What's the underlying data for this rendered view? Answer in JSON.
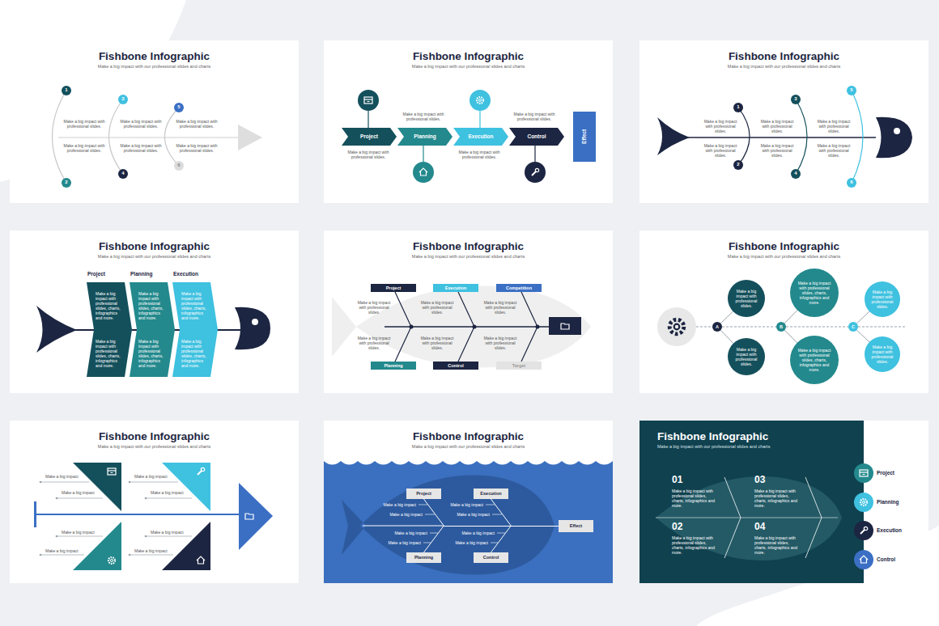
{
  "diagram": {
    "nodes": [
      {
        "text": [
          "Fishbone Infographic",
          "Make a big impact with our professional slides and charts"
        ]
      },
      {
        "text": [
          "1"
        ],
        "in": 0
      },
      {
        "text": [
          "2"
        ],
        "in": 0
      },
      {
        "text": [
          "3"
        ],
        "in": 0
      },
      {
        "text": [
          "4"
        ],
        "in": 0
      },
      {
        "text": [
          "5"
        ],
        "in": 0
      },
      {
        "text": [
          "6"
        ],
        "in": 0
      },
      {
        "text": [
          "Fishbone Infographic",
          "Make a big impact with our professional slides and charts"
        ]
      },
      {
        "text": [
          "Project"
        ],
        "in": 7
      },
      {
        "text": [
          "Planning"
        ],
        "in": 7
      },
      {
        "text": [
          "Execution"
        ],
        "in": 7
      },
      {
        "text": [
          "Control"
        ],
        "in": 7
      },
      {
        "text": [
          "Effect"
        ],
        "in": 7
      },
      {
        "text": [
          "Fishbone Infographic",
          "Make a big impact with our professional slides and charts"
        ]
      },
      {
        "text": [
          "1"
        ],
        "in": 13
      },
      {
        "text": [
          "2"
        ],
        "in": 13
      },
      {
        "text": [
          "3"
        ],
        "in": 13
      },
      {
        "text": [
          "4"
        ],
        "in": 13
      },
      {
        "text": [
          "5"
        ],
        "in": 13
      },
      {
        "text": [
          "6"
        ],
        "in": 13
      },
      {
        "text": [
          "Fishbone Infographic",
          "Make a big impact with our professional slides and charts"
        ]
      },
      {
        "text": [
          "Project",
          "Make a big impact with professional slides, charts, infographics and more.",
          "Make a big impact with professional slides, charts, infographics and more."
        ],
        "in": 20
      },
      {
        "text": [
          "Planning",
          "Make a big impact with professional slides, charts, infographics and more.",
          "Make a big impact with professional slides, charts, infographics and more."
        ],
        "in": 20
      },
      {
        "text": [
          "Execution",
          "Make a big impact with professional slides, charts, infographics and more.",
          "Make a big impact with professional slides, charts, infographics and more."
        ],
        "in": 20
      },
      {
        "text": [
          "Fishbone Infographic",
          "Make a big impact with our professional slides and charts"
        ]
      },
      {
        "text": [
          "Project"
        ],
        "in": 24
      },
      {
        "text": [
          "Execution"
        ],
        "in": 24
      },
      {
        "text": [
          "Competition"
        ],
        "in": 24
      },
      {
        "text": [
          "Planning"
        ],
        "in": 24
      },
      {
        "text": [
          "Control"
        ],
        "in": 24
      },
      {
        "text": [
          "Target"
        ],
        "in": 24
      },
      {
        "text": [
          "Fishbone Infographic",
          "Make a big impact with our professional slides and charts"
        ]
      },
      {
        "text": [
          "A"
        ],
        "in": 31
      },
      {
        "text": [
          "Make a big impact with professional slides."
        ],
        "in": 31
      },
      {
        "text": [
          "Make a big impact with professional slides."
        ],
        "in": 31
      },
      {
        "text": [
          "B"
        ],
        "in": 31
      },
      {
        "text": [
          "Make a big impact with professional slides, charts, infographics and more."
        ],
        "in": 31
      },
      {
        "text": [
          "Make a big impact with professional slides, charts, infographics and more."
        ],
        "in": 31
      },
      {
        "text": [
          "C"
        ],
        "in": 31
      },
      {
        "text": [
          "Make a big impact with professional slides."
        ],
        "in": 31
      },
      {
        "text": [
          "Make a big impact with professional slides."
        ],
        "in": 31
      },
      {
        "text": [
          "Fishbone Infographic",
          "Make a big impact with our professional slides and charts"
        ]
      },
      {
        "text": [
          "Fishbone Infographic",
          "Make a big impact with our professional slides and charts"
        ]
      },
      {
        "text": [
          "Project"
        ],
        "in": 42
      },
      {
        "text": [
          "Execution"
        ],
        "in": 42
      },
      {
        "text": [
          "Planning"
        ],
        "in": 42
      },
      {
        "text": [
          "Control"
        ],
        "in": 42
      },
      {
        "text": [
          "Effect"
        ],
        "in": 42
      },
      {
        "text": [
          "Fishbone Infographic",
          "Make a big impact with our professional slides and charts"
        ]
      }
    ],
    "edges": [
      {
        "from": 32,
        "to": 33,
        "arrow": "none"
      },
      {
        "from": 32,
        "to": 34,
        "arrow": "none"
      },
      {
        "from": 32,
        "to": 35,
        "arrow": "none"
      },
      {
        "from": 35,
        "to": 36,
        "arrow": "none"
      },
      {
        "from": 35,
        "to": 37,
        "arrow": "none"
      },
      {
        "from": 35,
        "to": 38,
        "arrow": "none"
      },
      {
        "from": 38,
        "to": 39,
        "arrow": "none"
      },
      {
        "from": 38,
        "to": 40,
        "arrow": "none"
      },
      {
        "from": 43,
        "to": 47,
        "arrow": "none"
      },
      {
        "from": 44,
        "to": 47,
        "arrow": "none"
      },
      {
        "from": 45,
        "to": 47,
        "arrow": "none"
      },
      {
        "from": 46,
        "to": 47,
        "arrow": "none"
      }
    ],
    "labels": [
      "Make a big impact with professional slides.",
      "Make a big impact with professional slides.",
      "Make a big impact with professional slides.",
      "Make a big impact with professional slides.",
      "Make a big impact with professional slides.",
      "Make a big impact with professional slides.",
      "Make a big impact with professional slides.",
      "Make a big impact with professional slides.",
      "Make a big impact with professional slides.",
      "Make a big impact with professional slides.",
      "Make a big impact with professional slides.",
      "Make a big impact with professional slides.",
      "Make a big impact with professional slides.",
      "Make a big impact with professional slides.",
      "Make a big impact with professional slides.",
      "Make a big impact with professional slides.",
      "Make a big impact with professional slides.",
      "Make a big impact with professional slides.",
      "Make a big impact with professional slides.",
      "Make a big impact with professional slides.",
      "Make a big impact with professional slides.",
      "Make a big impact with professional slides.",
      "Make a big impact",
      "Make a big impact",
      "Make a big impact",
      "Make a big impact",
      "Make a big impact",
      "Make a big impact",
      "Make a big impact",
      "Make a big impact",
      "Make a big impact",
      "Make a big impact",
      "Make a big impact",
      "Make a big impact",
      "Make a big impact",
      "Make a big impact",
      "Make a big impact",
      "Make a big impact",
      "01",
      "Make a big impact with professional slides, charts, infographics and more.",
      "03",
      "Make a big impact with professional slides, charts, infographics and more.",
      "02",
      "Make a big impact with professional slides, charts, infographics and more.",
      "04",
      "Make a big impact with professional slides, charts, infographics and more.",
      "Project",
      "Planning",
      "Execution",
      "Control"
    ]
  }
}
